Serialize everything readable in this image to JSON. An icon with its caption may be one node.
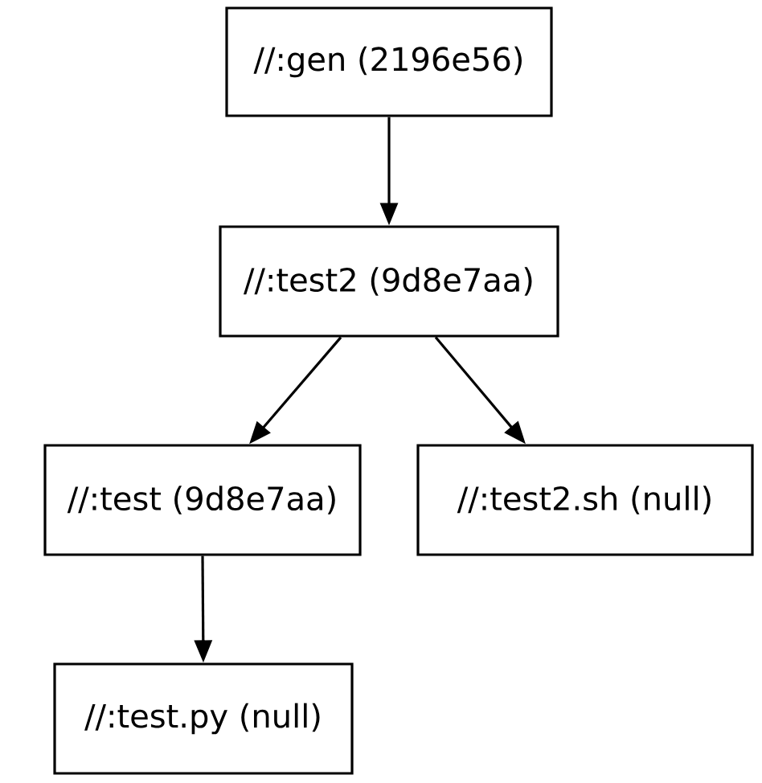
{
  "diagram": {
    "nodes": [
      {
        "text": [
          "//:gen (2196e56)"
        ]
      },
      {
        "text": [
          "//:test2 (9d8e7aa)"
        ]
      },
      {
        "text": [
          "//:test (9d8e7aa)"
        ]
      },
      {
        "text": [
          "//:test2.sh (null)"
        ]
      },
      {
        "text": [
          "//:test.py (null)"
        ]
      }
    ],
    "edges": [
      {
        "from": 0,
        "to": 1,
        "arrow": "to"
      },
      {
        "from": 1,
        "to": 2,
        "arrow": "to"
      },
      {
        "from": 1,
        "to": 3,
        "arrow": "to"
      },
      {
        "from": 2,
        "to": 4,
        "arrow": "to"
      }
    ]
  }
}
